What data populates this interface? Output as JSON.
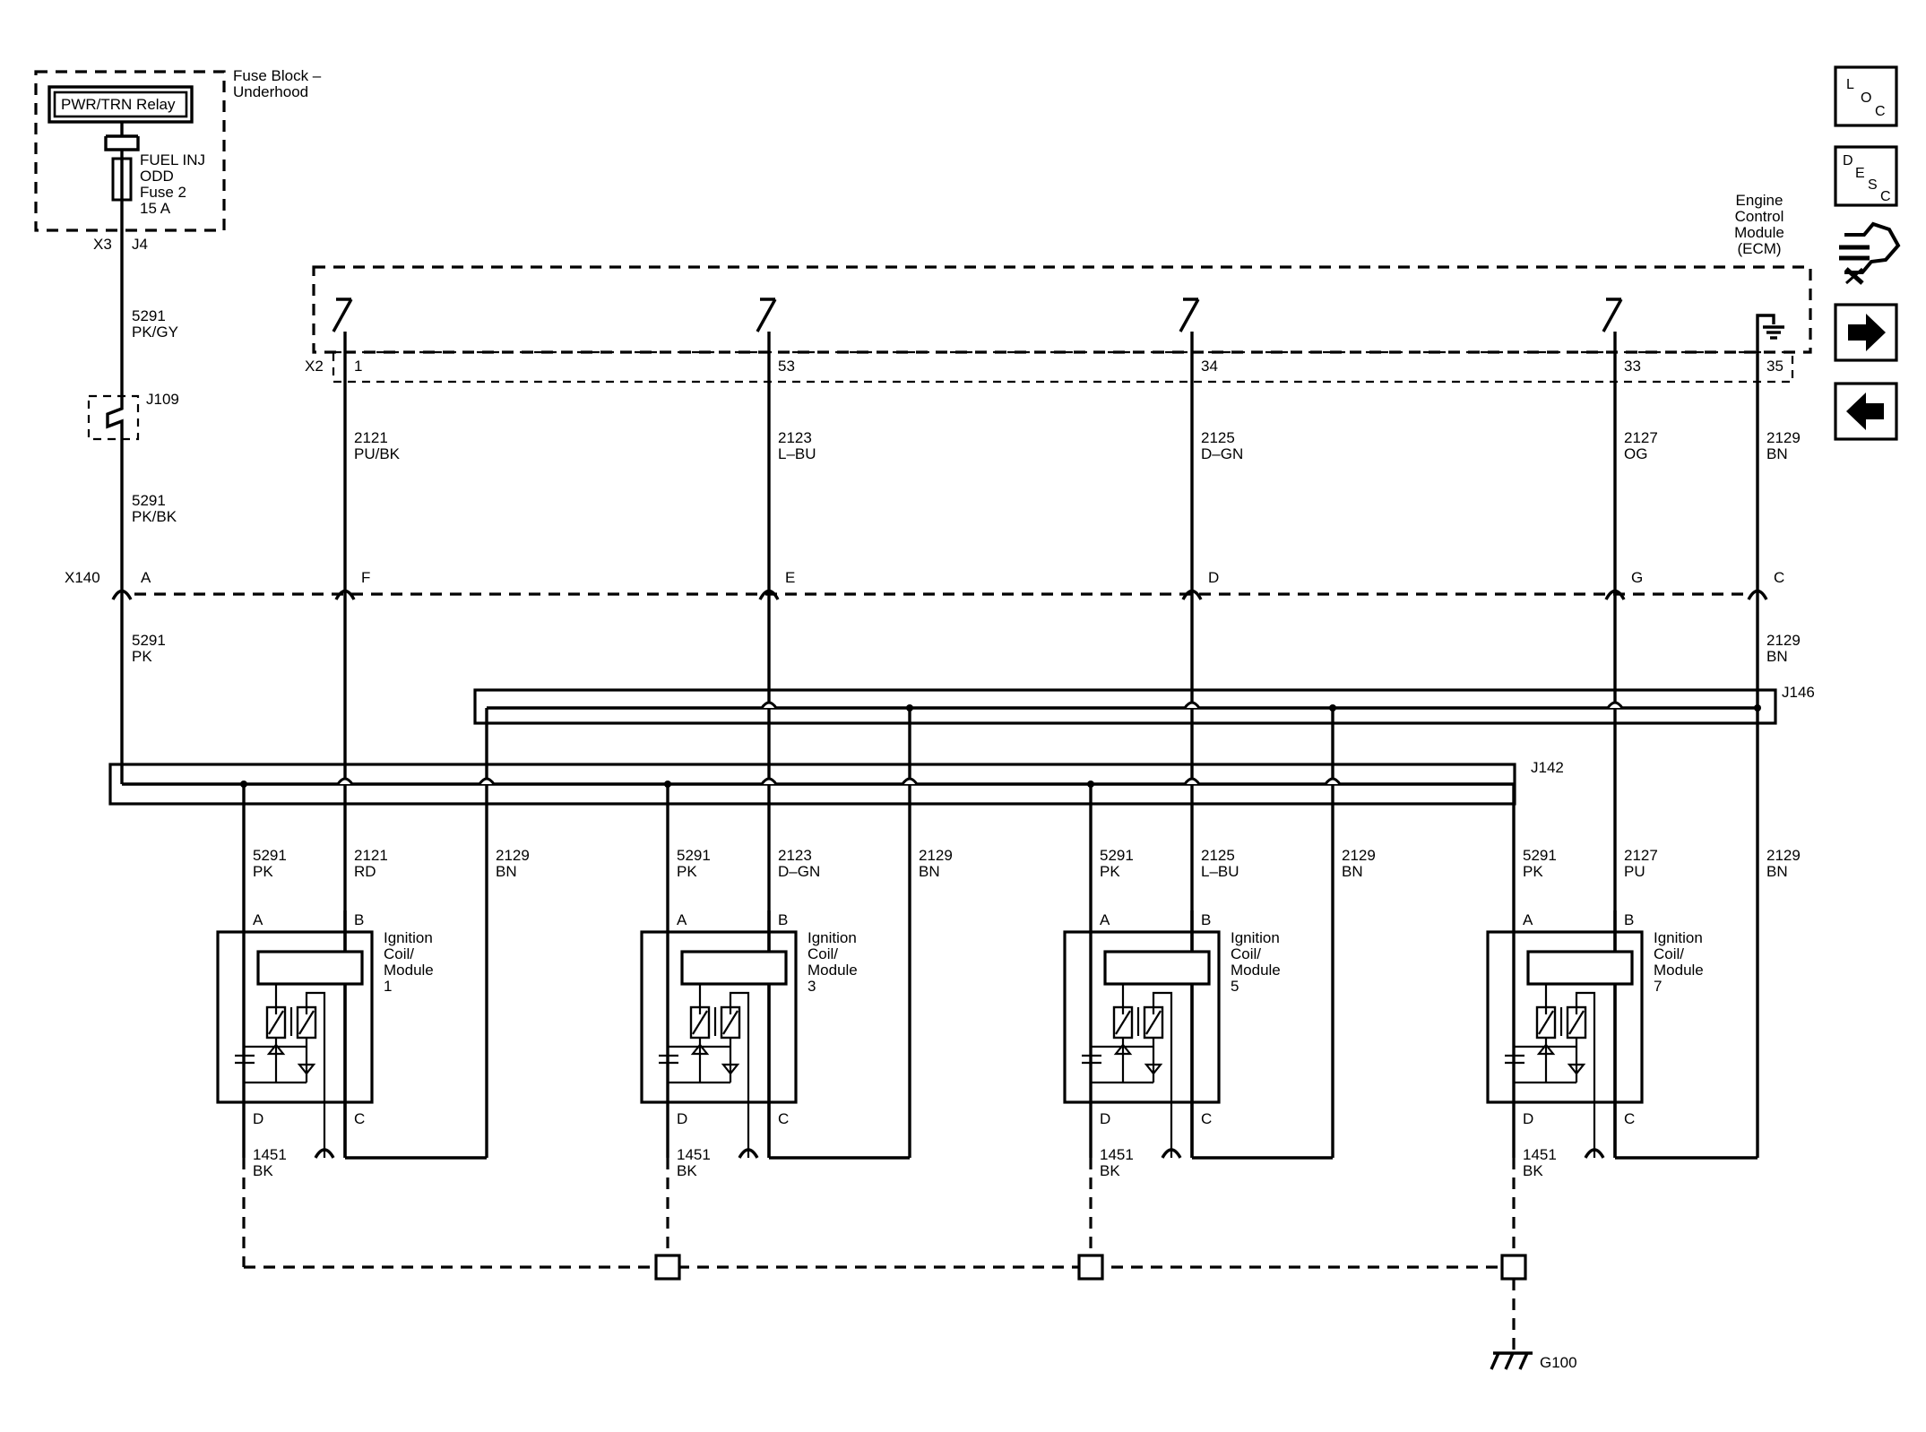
{
  "fuse_block": {
    "title_line1": "Fuse Block –",
    "title_line2": "Underhood",
    "relay_label": "PWR/TRN Relay",
    "fuse_line1": "FUEL INJ",
    "fuse_line2": "ODD",
    "fuse_line3": "Fuse 2",
    "fuse_line4": "15 A",
    "connector_x3": "X3",
    "connector_j4": "J4"
  },
  "feed_wire": {
    "seg1_circuit": "5291",
    "seg1_color": "PK/GY",
    "splice_j109": "J109",
    "seg2_circuit": "5291",
    "seg2_color": "PK/BK",
    "seg3_circuit": "5291",
    "seg3_color": "PK"
  },
  "ecm": {
    "line1": "Engine",
    "line2": "Control",
    "line3": "Module",
    "line4": "(ECM)",
    "connector": "X2",
    "pins": [
      "1",
      "53",
      "34",
      "33",
      "35"
    ]
  },
  "ecm_wires": [
    {
      "circuit": "2121",
      "color": "PU/BK"
    },
    {
      "circuit": "2123",
      "color": "L–BU"
    },
    {
      "circuit": "2125",
      "color": "D–GN"
    },
    {
      "circuit": "2127",
      "color": "OG"
    },
    {
      "circuit": "2129",
      "color": "BN"
    }
  ],
  "x140": {
    "label": "X140",
    "pins": [
      "A",
      "F",
      "E",
      "D",
      "G",
      "C"
    ]
  },
  "below_x140": {
    "circuit": "2129",
    "color": "BN"
  },
  "splices": {
    "j146": "J146",
    "j142": "J142"
  },
  "coils": [
    {
      "title1": "Ignition",
      "title2": "Coil/",
      "title3": "Module",
      "number": "1",
      "feed_circuit": "5291",
      "feed_color": "PK",
      "signal_circuit": "2121",
      "signal_color": "RD",
      "low_circuit": "2129",
      "low_color": "BN",
      "ground_circuit": "1451",
      "ground_color": "BK",
      "pin_a": "A",
      "pin_b": "B",
      "pin_c": "C",
      "pin_d": "D"
    },
    {
      "title1": "Ignition",
      "title2": "Coil/",
      "title3": "Module",
      "number": "3",
      "feed_circuit": "5291",
      "feed_color": "PK",
      "signal_circuit": "2123",
      "signal_color": "D–GN",
      "low_circuit": "2129",
      "low_color": "BN",
      "ground_circuit": "1451",
      "ground_color": "BK",
      "pin_a": "A",
      "pin_b": "B",
      "pin_c": "C",
      "pin_d": "D"
    },
    {
      "title1": "Ignition",
      "title2": "Coil/",
      "title3": "Module",
      "number": "5",
      "feed_circuit": "5291",
      "feed_color": "PK",
      "signal_circuit": "2125",
      "signal_color": "L–BU",
      "low_circuit": "2129",
      "low_color": "BN",
      "ground_circuit": "1451",
      "ground_color": "BK",
      "pin_a": "A",
      "pin_b": "B",
      "pin_c": "C",
      "pin_d": "D"
    },
    {
      "title1": "Ignition",
      "title2": "Coil/",
      "title3": "Module",
      "number": "7",
      "feed_circuit": "5291",
      "feed_color": "PK",
      "signal_circuit": "2127",
      "signal_color": "PU",
      "low_circuit": "2129",
      "low_color": "BN",
      "ground_circuit": "1451",
      "ground_color": "BK",
      "pin_a": "A",
      "pin_b": "B",
      "pin_c": "C",
      "pin_d": "D"
    }
  ],
  "ground": {
    "label": "G100"
  },
  "nav": {
    "loc_l": "L",
    "loc_o": "O",
    "loc_c": "C",
    "desc_d": "D",
    "desc_e": "E",
    "desc_s": "S",
    "desc_c": "C",
    "icons": [
      "loc-icon",
      "desc-icon",
      "connector-view-icon",
      "next-arrow-icon",
      "previous-arrow-icon"
    ]
  }
}
